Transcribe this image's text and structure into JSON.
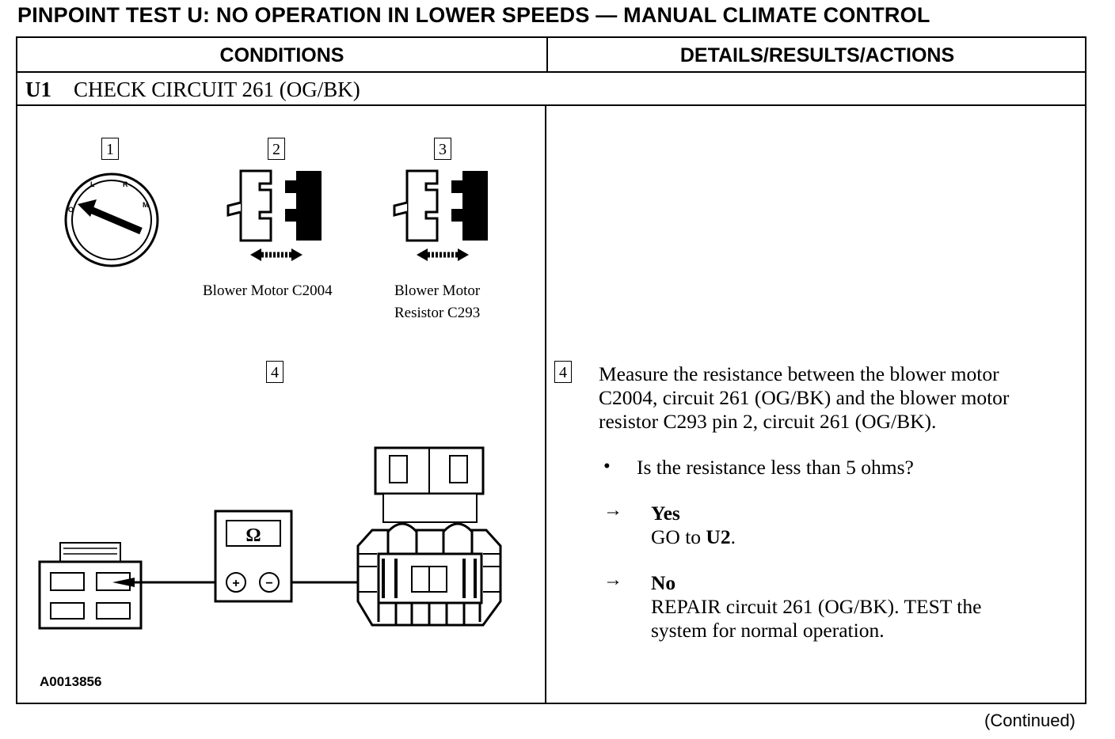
{
  "title": "PINPOINT TEST U:  NO OPERATION IN LOWER SPEEDS — MANUAL CLIMATE CONTROL",
  "headers": {
    "conditions": "CONDITIONS",
    "details": "DETAILS/RESULTS/ACTIONS"
  },
  "step": {
    "id": "U1",
    "label": "CHECK CIRCUIT 261 (OG/BK)"
  },
  "figure": {
    "callouts": [
      "1",
      "2",
      "3",
      "4"
    ],
    "captions": {
      "c2004": "Blower Motor C2004",
      "c293_line1": "Blower Motor",
      "c293_line2": "Resistor C293"
    },
    "ignition_labels": [
      "O",
      "L",
      "R",
      "M"
    ],
    "meter_symbol": "Ω",
    "meter_plus": "+",
    "meter_minus": "−",
    "figure_id": "A0013856"
  },
  "details": {
    "step_num": "4",
    "instruction_l1": "Measure the resistance between the blower motor",
    "instruction_l2": "C2004, circuit 261 (OG/BK) and the blower motor",
    "instruction_l3": "resistor C293 pin 2, circuit 261 (OG/BK).",
    "bullet": "•",
    "question": "Is the resistance less than 5 ohms?",
    "arrow": "→",
    "yes_label": "Yes",
    "yes_action_prefix": "GO to ",
    "yes_action_target": "U2",
    "yes_action_suffix": ".",
    "no_label": "No",
    "no_action_l1": "REPAIR circuit 261 (OG/BK). TEST the",
    "no_action_l2": "system for normal operation."
  },
  "footer": {
    "continued": "(Continued)"
  }
}
